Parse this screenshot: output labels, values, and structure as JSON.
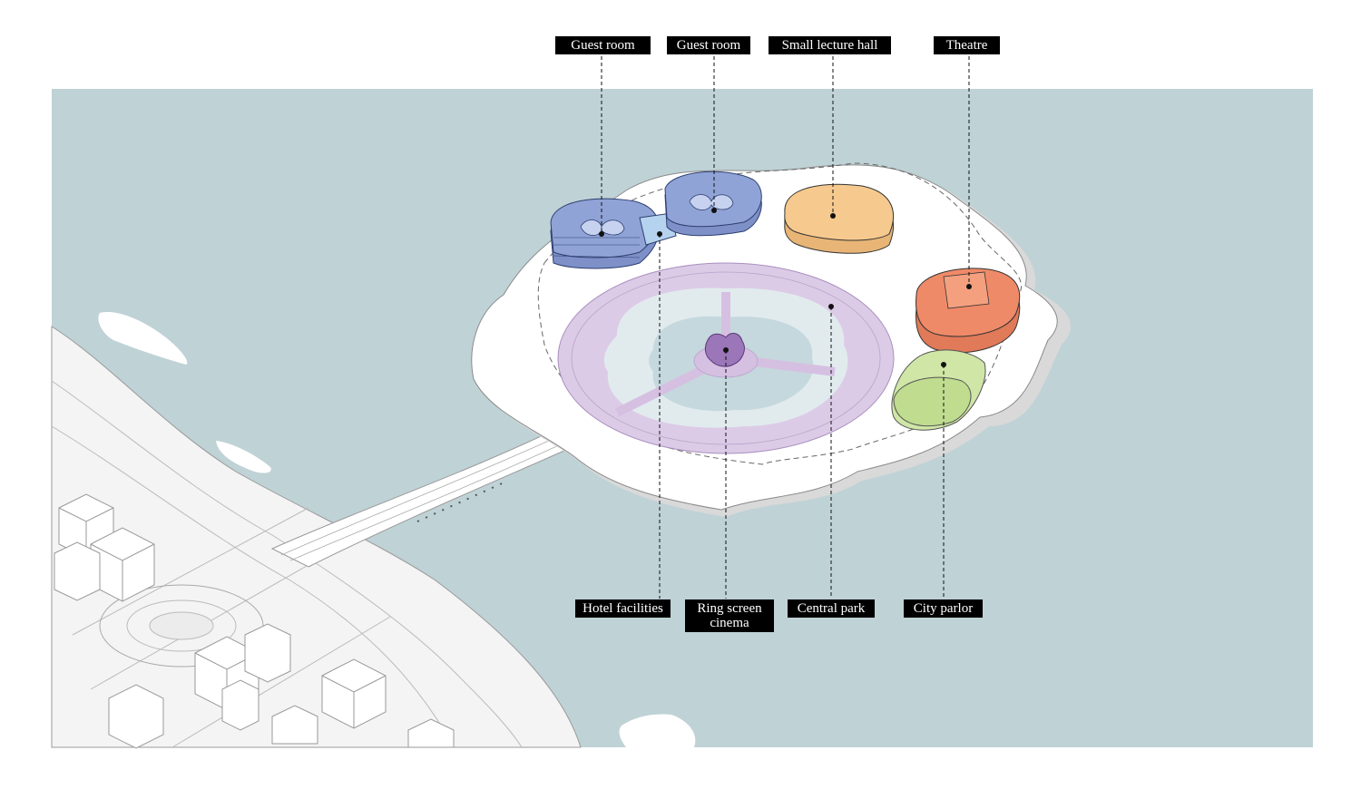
{
  "labels": {
    "guest_room_1": "Guest room",
    "guest_room_2": "Guest room",
    "small_lecture_hall": "Small lecture hall",
    "theatre": "Theatre",
    "hotel_facilities": "Hotel facilities",
    "ring_screen_cinema_line1": "Ring screen",
    "ring_screen_cinema_line2": "cinema",
    "central_park": "Central park",
    "city_parlor": "City parlor"
  },
  "colors": {
    "water": "#bfd2d6",
    "guest_room": "#8fa3d6",
    "hotel_facilities": "#b5d3ef",
    "lecture_hall": "#f6c98e",
    "theatre": "#ef8a68",
    "city_parlor": "#cfe6a6",
    "ring": "#dccbe6",
    "cinema": "#9b76b8"
  }
}
